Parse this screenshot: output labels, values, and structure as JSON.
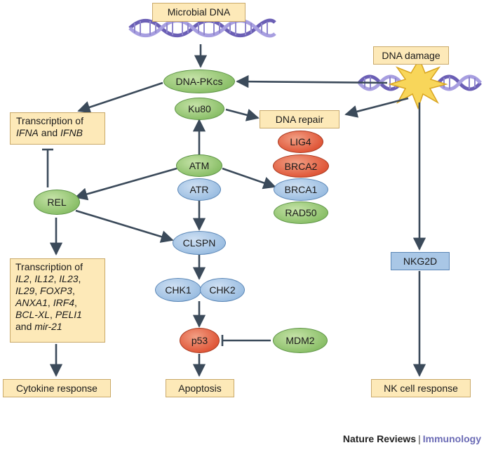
{
  "nodes": {
    "microbial_dna": "Microbial DNA",
    "dna_damage": "DNA damage",
    "dna_pkcs": "DNA-PKcs",
    "ku80": "Ku80",
    "dna_repair": "DNA repair",
    "lig4": "LIG4",
    "brca2": "BRCA2",
    "brca1": "BRCA1",
    "rad50": "RAD50",
    "atm": "ATM",
    "atr": "ATR",
    "rel": "REL",
    "clspn": "CLSPN",
    "chk1": "CHK1",
    "chk2": "CHK2",
    "p53": "p53",
    "mdm2": "MDM2",
    "nkg2d": "NKG2D",
    "apoptosis": "Apoptosis",
    "cytokine_response": "Cytokine response",
    "nk_cell_response": "NK cell response"
  },
  "ifn_box": {
    "line1": "Transcription of",
    "gene1": "IFNA",
    "and": " and ",
    "gene2": "IFNB"
  },
  "transcription_box": {
    "line1": "Transcription of",
    "g_il2": "IL2",
    "g_il12": "IL12",
    "g_il23": "IL23",
    "g_il29": "IL29",
    "g_foxp3": "FOXP3",
    "g_anxa1": "ANXA1",
    "g_irf4": "IRF4",
    "g_bclxl": "BCL-XL",
    "g_peli1": "PELI1",
    "sep": ", ",
    "and": "and ",
    "g_mir21": "mir-21"
  },
  "footer": {
    "publisher": "Nature Reviews",
    "separator": "|",
    "journal": "Immunology"
  },
  "colors": {
    "box_fill": "#fde9b8",
    "green_node": "#8cc06a",
    "red_node": "#e0583a",
    "blue_node": "#9dbfe2",
    "arrow": "#3b4a5a",
    "journal_accent": "#6b6bb5"
  }
}
